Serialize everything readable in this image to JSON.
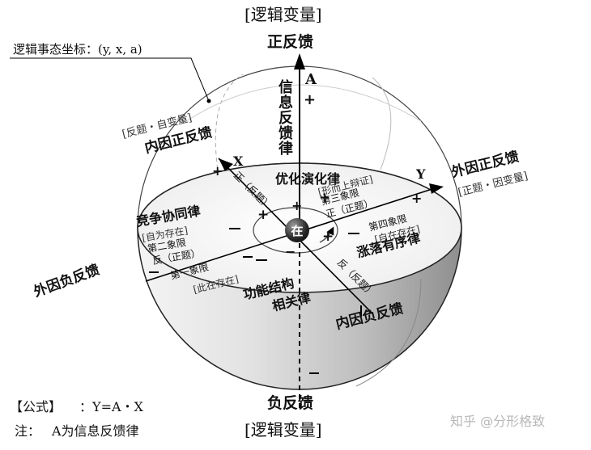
{
  "top": {
    "bracket_label": "[逻辑变量]",
    "axis_label": "正反馈",
    "axis_letter": "A",
    "axis_plus": "+",
    "axis_minus": "−",
    "vertical_law": "信息反馈律"
  },
  "bottom": {
    "axis_label": "负反馈",
    "bracket_label": "[逻辑变量]"
  },
  "coordinate_note": "逻辑事态坐标：(y, x, a)",
  "x_axis": {
    "letter": "X",
    "pos_label": "内因正反馈",
    "pos_bracket": "[反题・自变量]",
    "neg_label": "内因负反馈",
    "plus": "+",
    "minus": "−"
  },
  "y_axis": {
    "letter": "Y",
    "pos_label": "外因正反馈",
    "pos_bracket": "[正题・因变量]",
    "neg_label": "外因负反馈",
    "plus": "+",
    "minus": "−"
  },
  "quadrants": {
    "q1": {
      "law": "优化演化律",
      "bracket": "[形而上辩证]",
      "name": "第三象限",
      "sign": "正（正题）",
      "axis_sign": "正（反题）"
    },
    "q2": {
      "law": "竞争协同律",
      "bracket": "[自为存在]",
      "name": "第二象限",
      "sign": "反（正题）"
    },
    "q3": {
      "law_line1": "功能结构",
      "law_line2": "相关律",
      "bracket": "[此在存在]",
      "name": "第一象限",
      "axis_sign": "反（反题）"
    },
    "q4": {
      "law": "涨落有序律",
      "bracket": "[自在存在]",
      "name": "第四象限"
    }
  },
  "center": {
    "label": "在"
  },
  "signs": {
    "plus": "+",
    "minus": "−"
  },
  "formula": {
    "title": "【公式】",
    "expression": "：Y=A・X",
    "note_prefix": "注：",
    "note": "A为信息反馈律"
  },
  "watermark": "知乎 @分形格致"
}
